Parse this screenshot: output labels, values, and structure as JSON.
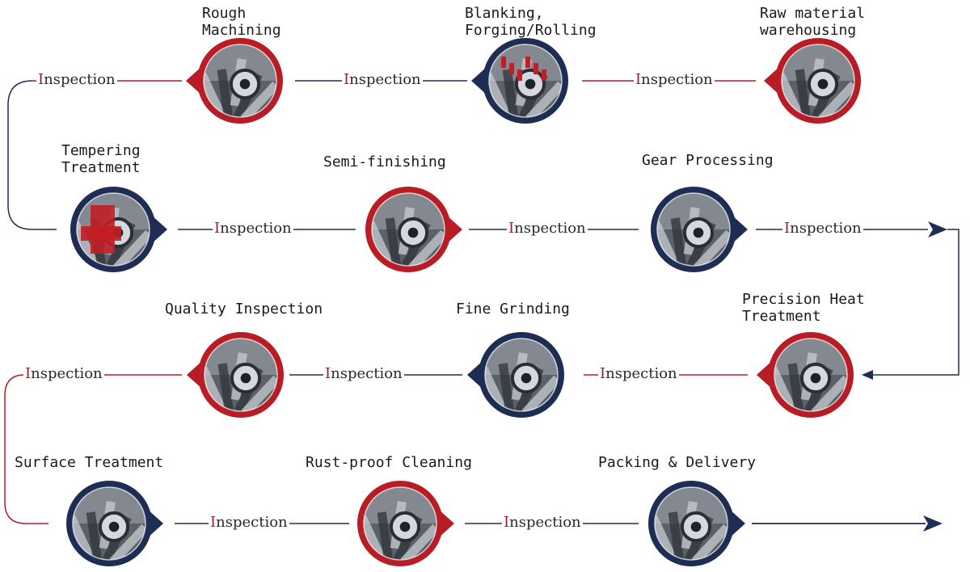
{
  "colors": {
    "red": "#b81c24",
    "navy": "#1d2d54",
    "text": "#1a1a1a",
    "accent_text": "#a31b22"
  },
  "steps": [
    {
      "id": "raw",
      "title": [
        "Raw material",
        "warehousing"
      ],
      "ring": "red",
      "icon": "steel-bars-photo"
    },
    {
      "id": "blank",
      "title": [
        "Blanking,",
        "Forging/Rolling"
      ],
      "ring": "navy",
      "icon": "forged-blanks-photo"
    },
    {
      "id": "rough",
      "title": [
        "Rough",
        "Machining"
      ],
      "ring": "red",
      "icon": "lathe-photo"
    },
    {
      "id": "temper",
      "title": [
        "Tempering",
        "Treatment"
      ],
      "ring": "navy",
      "icon": "furnace-photo"
    },
    {
      "id": "semi",
      "title": [
        "Semi-finishing"
      ],
      "ring": "red",
      "icon": "cnc-machine-photo"
    },
    {
      "id": "gear",
      "title": [
        "Gear Processing"
      ],
      "ring": "navy",
      "icon": "gear-cutter-photo"
    },
    {
      "id": "heat",
      "title": [
        "Precision Heat",
        "Treatment"
      ],
      "ring": "red",
      "icon": "bearing-ring-photo"
    },
    {
      "id": "grind",
      "title": [
        "Fine Grinding"
      ],
      "ring": "navy",
      "icon": "grinder-photo"
    },
    {
      "id": "quality",
      "title": [
        "Quality Inspection"
      ],
      "ring": "red",
      "icon": "inspection-station-photo"
    },
    {
      "id": "surface",
      "title": [
        "Surface Treatment"
      ],
      "ring": "navy",
      "icon": "gear-surface-photo"
    },
    {
      "id": "rust",
      "title": [
        "Rust-proof Cleaning"
      ],
      "ring": "red",
      "icon": "cleaning-parts-photo"
    },
    {
      "id": "pack",
      "title": [
        "Packing & Delivery"
      ],
      "ring": "navy",
      "icon": "slewing-bearing-photo"
    }
  ],
  "connector_label": "Inspection"
}
